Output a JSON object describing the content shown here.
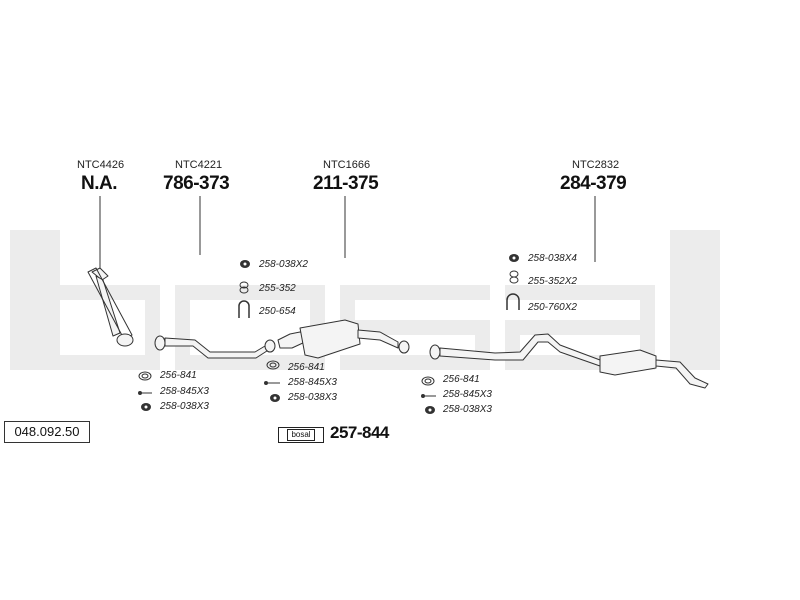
{
  "brand_watermark": "bosal",
  "diagram_id": "048.092.50",
  "kit": {
    "badge_text": "bosal",
    "part_number": "257-844"
  },
  "sections": [
    {
      "oe_code": "NTC4426",
      "part_number": "N.A."
    },
    {
      "oe_code": "NTC4221",
      "part_number": "786-373"
    },
    {
      "oe_code": "NTC1666",
      "part_number": "211-375"
    },
    {
      "oe_code": "NTC2832",
      "part_number": "284-379"
    }
  ],
  "fittings": {
    "group_a": [
      "256-841",
      "258-845X3",
      "258-038X3"
    ],
    "group_b": [
      "258-038X2",
      "255-352",
      "250-654"
    ],
    "group_c": [
      "256-841",
      "258-845X3",
      "258-038X3"
    ],
    "group_d": [
      "256-841",
      "258-845X3",
      "258-038X3"
    ],
    "group_e": [
      "258-038X4",
      "255-352X2",
      "250-760X2"
    ]
  },
  "colors": {
    "watermark": "#ececec",
    "line": "#333333",
    "pipe_fill": "#f4f4f4"
  },
  "icons": [
    "nut-icon",
    "clamp-icon",
    "u-bolt-icon",
    "gasket-icon",
    "bolt-icon"
  ]
}
